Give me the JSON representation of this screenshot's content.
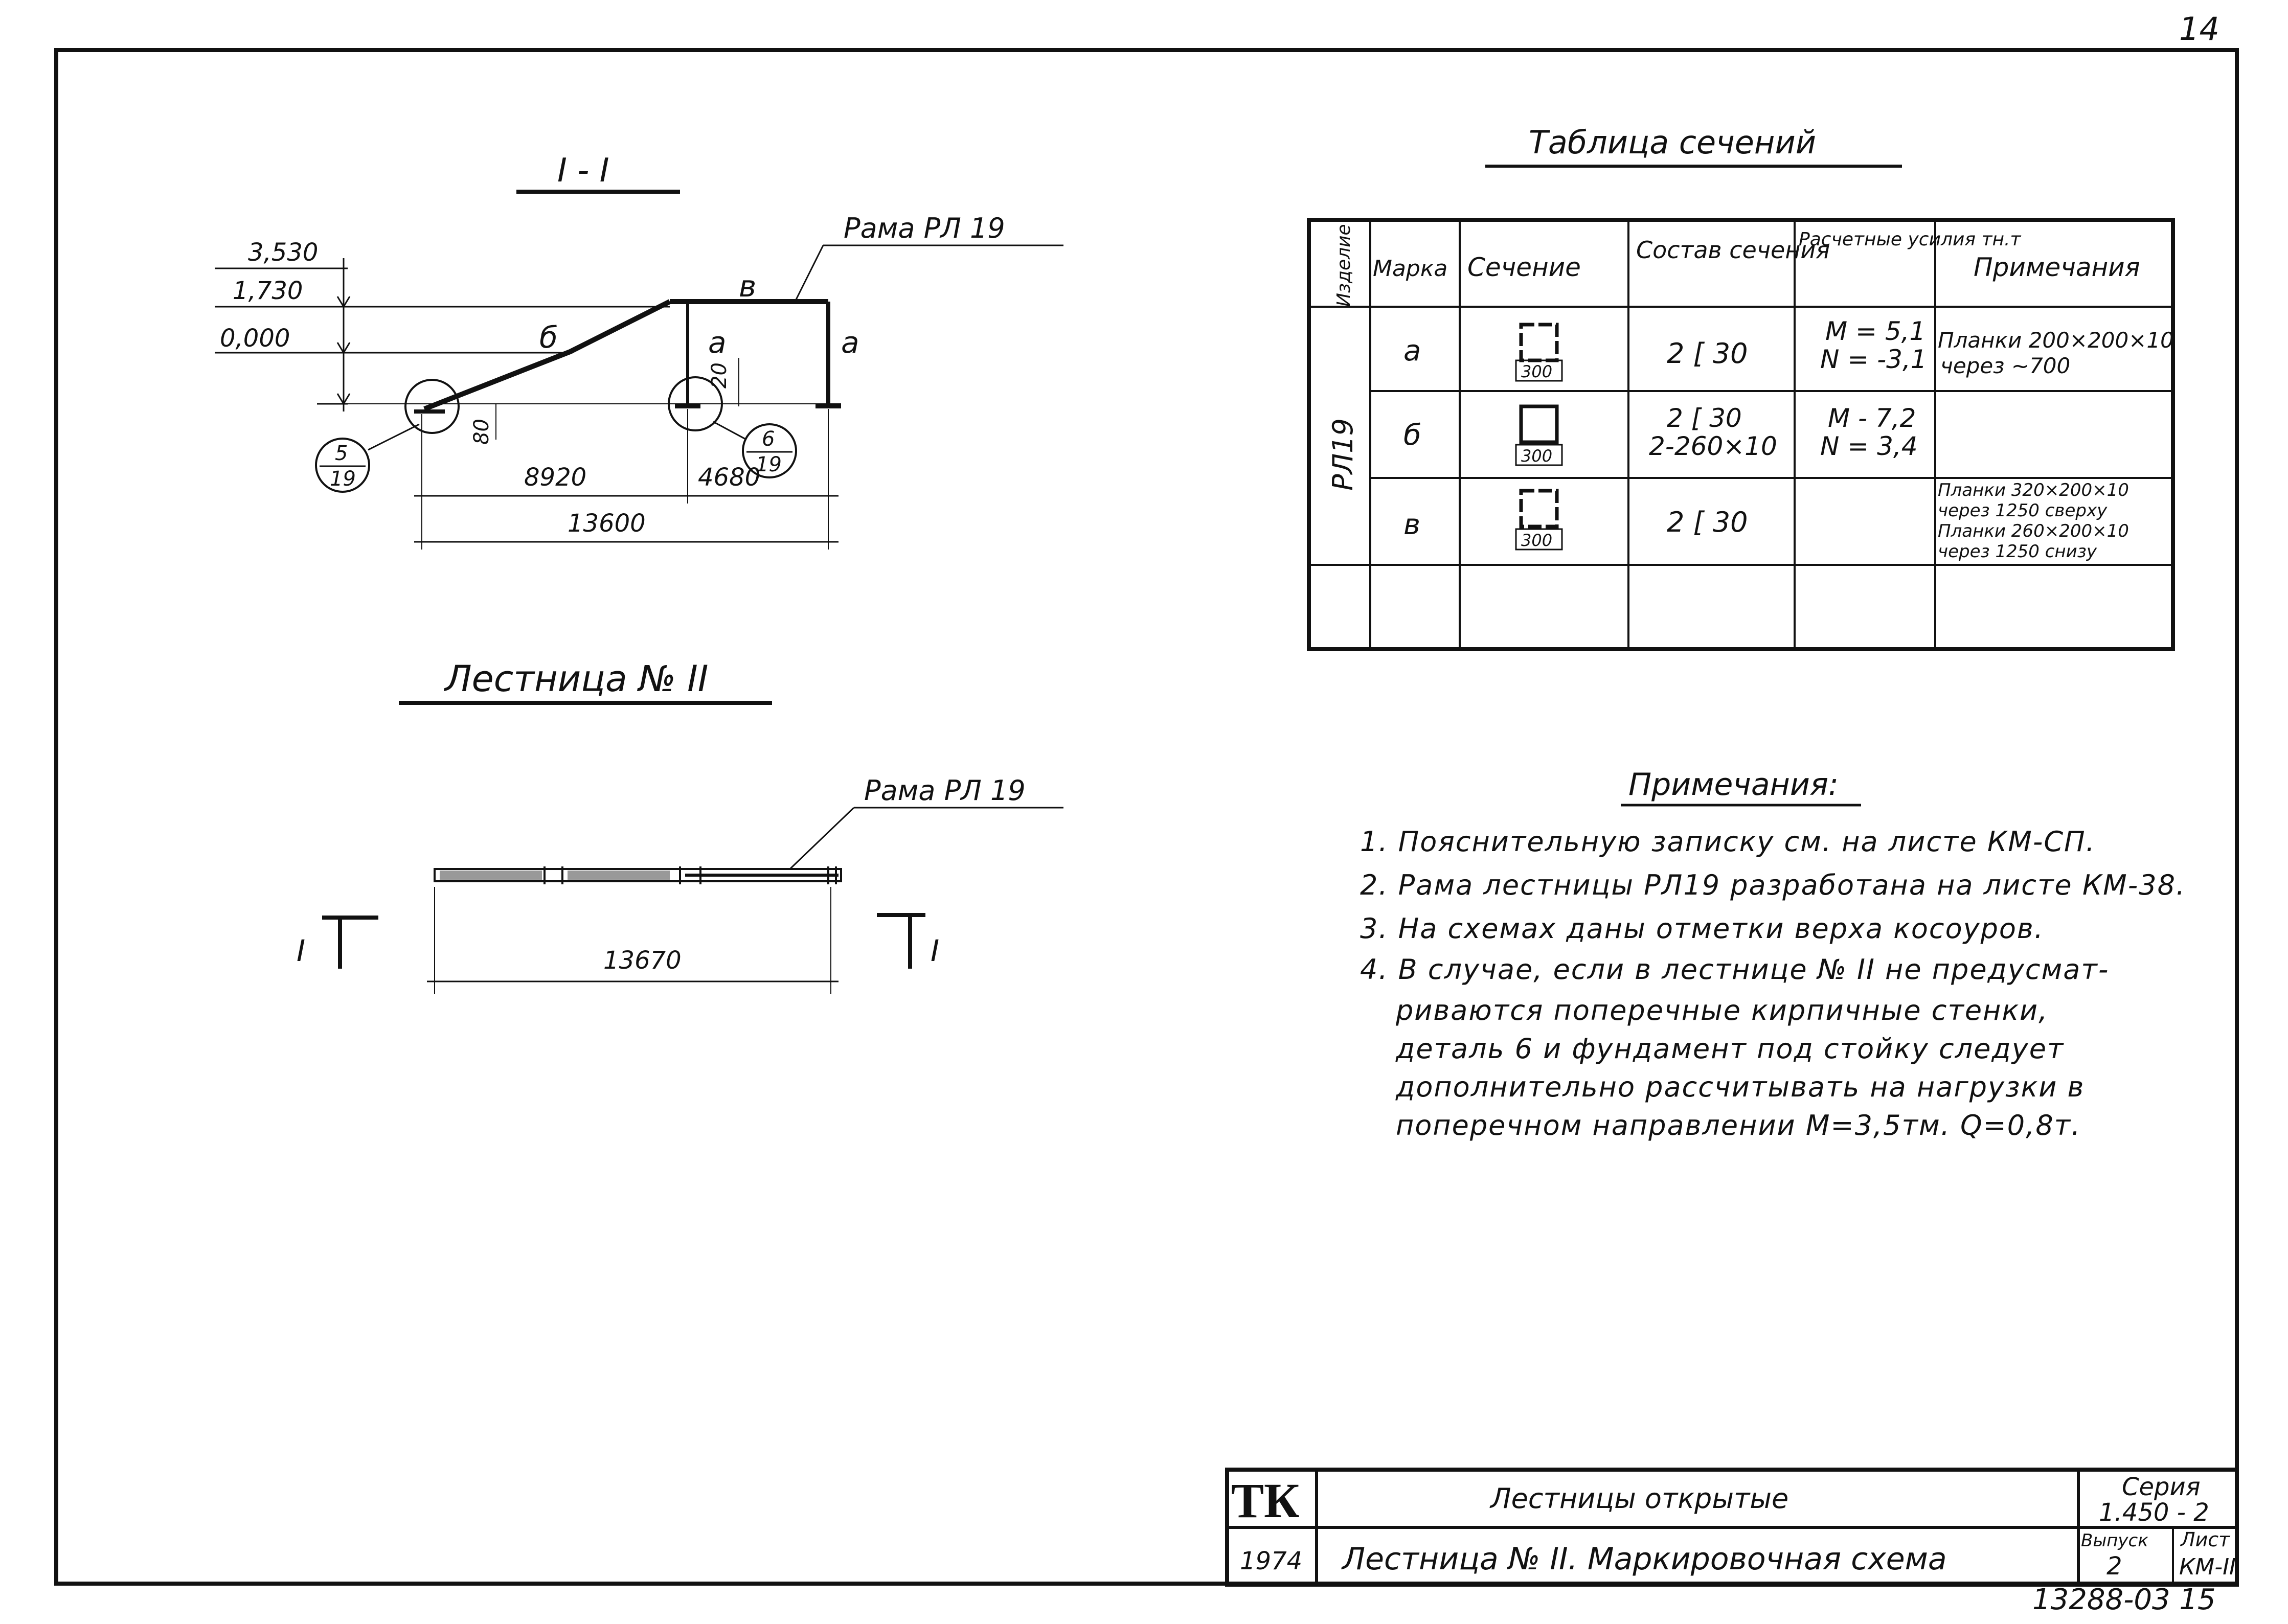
{
  "page_number": "14",
  "sheet_code": "13288-03  15",
  "section_view": {
    "title": "I - I",
    "frame_label": "Рама РЛ 19",
    "elevations": [
      "3,530",
      "1,730",
      "0,000"
    ],
    "member_marks": {
      "a1": "а",
      "a2": "а",
      "b": "б",
      "v": "в"
    },
    "dims": {
      "d20": "20",
      "d80": "80",
      "span1": "8920",
      "span2": "4680",
      "total": "13600"
    },
    "callout_5": {
      "num": "5",
      "den": "19"
    },
    "callout_6": {
      "num": "6",
      "den": "19"
    }
  },
  "plan_view": {
    "title": "Лестница № II",
    "frame_label": "Рама РЛ 19",
    "dim_total": "13670",
    "cut_mark_left": "I",
    "cut_mark_right": "I"
  },
  "sections_table": {
    "title": "Таблица сечений",
    "headers": [
      "Изделие",
      "Марка",
      "Сечение",
      "Состав сечения",
      "Расчетные усилия тн.т",
      "Примечания"
    ],
    "product": "РЛ19",
    "section_width": "300",
    "rows": [
      {
        "mark": "а",
        "composition": "2 [ 30",
        "forces": [
          "М = 5,1",
          "N = -3,1"
        ],
        "notes": [
          "Планки 200×200×10",
          "через ~700"
        ]
      },
      {
        "mark": "б",
        "composition": "2 [ 30",
        "composition2": "2-260×10",
        "forces": [
          "М - 7,2",
          "N = 3,4"
        ],
        "notes": []
      },
      {
        "mark": "в",
        "composition": "2 [ 30",
        "forces": [],
        "notes": [
          "Планки 320×200×10",
          "через 1250 сверху",
          "Планки 260×200×10",
          "через 1250 снизу"
        ]
      }
    ]
  },
  "notes": {
    "title": "Примечания:",
    "items": [
      "1. Пояснительную записку см. на листе КМ-СП.",
      "2. Рама лестницы РЛ19 разработана на листе КМ-38.",
      "3. На схемах даны отметки верха косоуров.",
      "4. В случае, если в лестнице № II не предусмат-",
      "риваются поперечные кирпичные стенки,",
      "деталь 6  и фундамент под стойку следует",
      "дополнительно рассчитывать на нагрузки в",
      "поперечном направлении  М=3,5тм.  Q=0,8т."
    ]
  },
  "title_block": {
    "logo": "ТК",
    "year": "1974",
    "title_top": "Лестницы открытые",
    "title_bottom": "Лестница № II. Маркировочная схема",
    "series_label": "Серия",
    "series_value": "1.450 - 2",
    "issue_label": "Выпуск",
    "issue_value": "2",
    "sheet_label": "Лист",
    "sheet_value": "КМ-II"
  }
}
